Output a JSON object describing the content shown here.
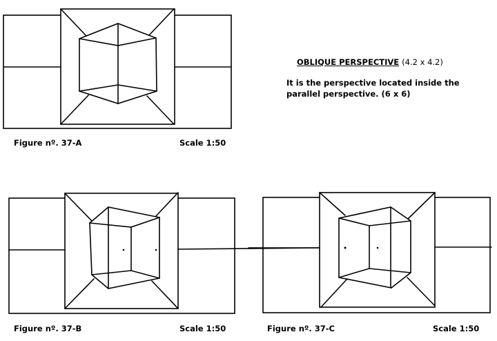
{
  "heading": {
    "title": "OBLIQUE PERSPECTIVE",
    "dimensions": "(4.2 x 4.2)"
  },
  "description": {
    "line1": "It is the perspective located inside the",
    "line2": "parallel perspective. (6 x 6)"
  },
  "figures": [
    {
      "label": "Figure nº. 37-A",
      "scale": "Scale 1:50"
    },
    {
      "label": "Figure nº. 37-B",
      "scale": "Scale 1:50"
    },
    {
      "label": "Figure nº. 37-C",
      "scale": "Scale 1:50"
    }
  ]
}
